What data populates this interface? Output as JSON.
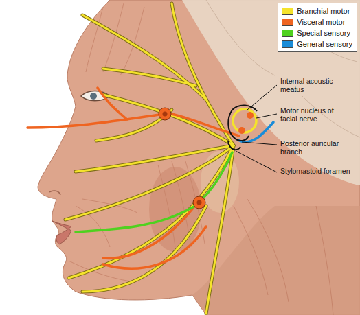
{
  "diagram": {
    "labels": [
      "Internal acoustic meatus",
      "Motor nucleus of facial nerve",
      "Posterior auricular branch",
      "Stylomastoid foramen"
    ],
    "legend": [
      {
        "text": "Branchial motor",
        "color": "#f5e32c"
      },
      {
        "text": "Visceral motor",
        "color": "#ef6420"
      },
      {
        "text": "Special sensory",
        "color": "#4fd11f"
      },
      {
        "text": "General sensory",
        "color": "#1a8cd8"
      }
    ]
  }
}
